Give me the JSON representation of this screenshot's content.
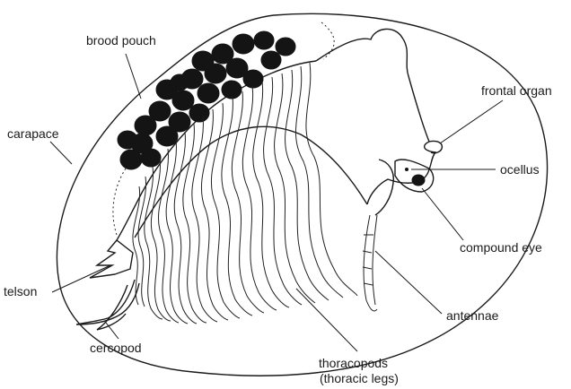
{
  "figure": {
    "labels": {
      "brood_pouch": "brood pouch",
      "carapace": "carapace",
      "frontal_organ": "frontal organ",
      "ocellus": "ocellus",
      "compound_eye": "compound eye",
      "telson": "telson",
      "antennae": "antennae",
      "cercopod": "cercopod",
      "thoracopods_line1": "thoracopods",
      "thoracopods_line2": "(thoracic legs)"
    },
    "colors": {
      "ink": "#1a1a1a",
      "background": "#ffffff"
    }
  }
}
